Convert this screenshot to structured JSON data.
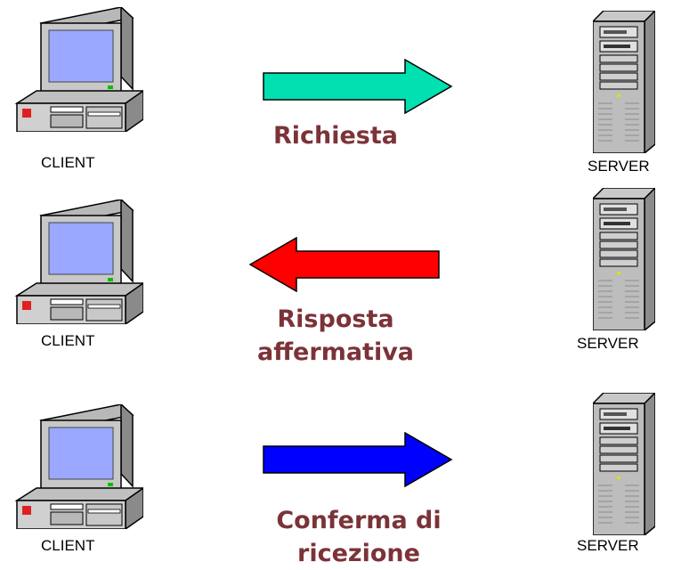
{
  "rows": [
    {
      "client_label": "CLIENT",
      "server_label": "SERVER",
      "message_line1": "Richiesta",
      "message_line2": "",
      "direction": "to-server",
      "arrow_color": "#00e0b0"
    },
    {
      "client_label": "CLIENT",
      "server_label": "SERVER",
      "message_line1": "Risposta",
      "message_line2": "affermativa",
      "direction": "to-client",
      "arrow_color": "#ff0000"
    },
    {
      "client_label": "CLIENT",
      "server_label": "SERVER",
      "message_line1": "Conferma di",
      "message_line2": "ricezione",
      "direction": "to-server",
      "arrow_color": "#0000ff"
    }
  ],
  "colors": {
    "message_text": "#7b3338",
    "arrow_outline": "#000000"
  }
}
